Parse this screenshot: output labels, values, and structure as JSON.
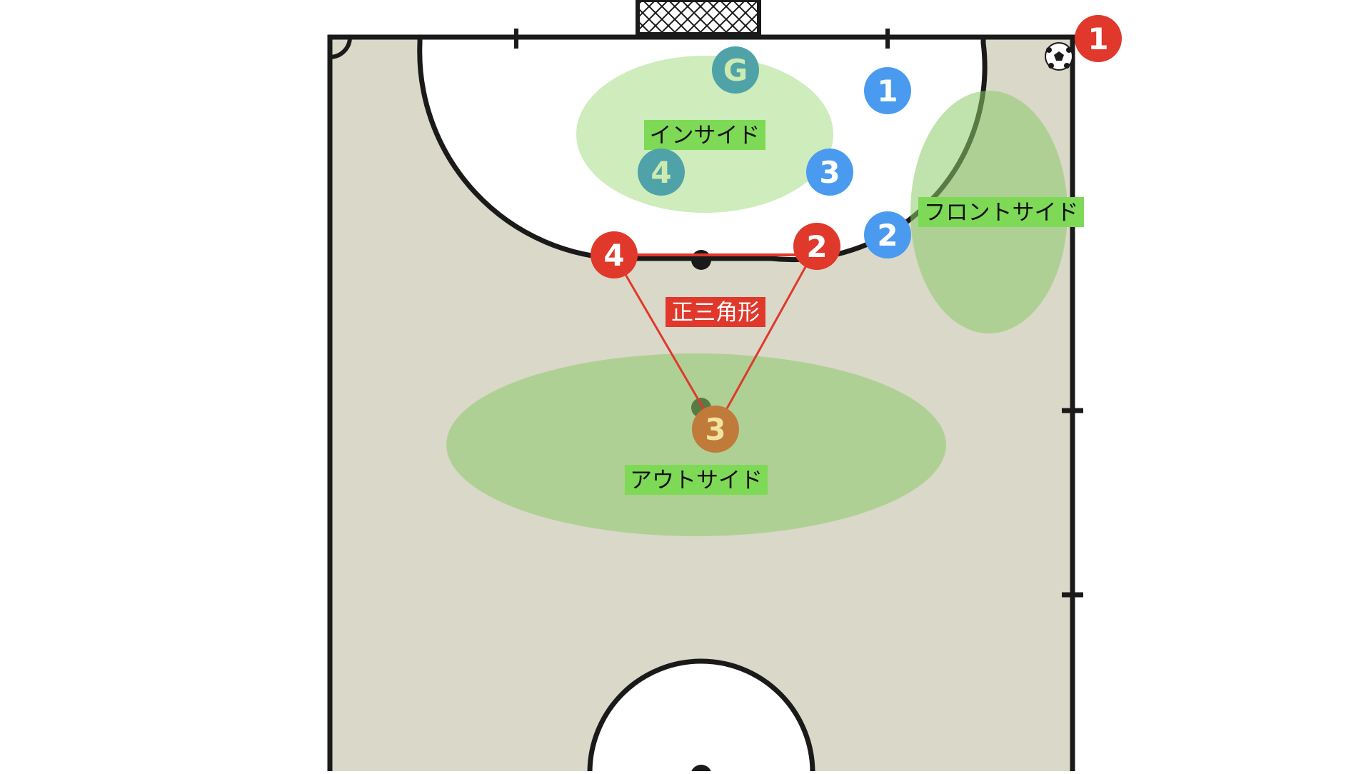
{
  "zones": {
    "inside": "インサイド",
    "frontside": "フロントサイド",
    "outside": "アウトサイド"
  },
  "shape_label": "正三角形",
  "teams": {
    "attack": {
      "color": "#E0382B",
      "players": [
        {
          "number": "1",
          "role": "corner-kicker"
        },
        {
          "number": "2",
          "role": "triangle-right"
        },
        {
          "number": "4",
          "role": "triangle-left"
        },
        {
          "number": "3",
          "role": "triangle-apex"
        }
      ]
    },
    "defense": {
      "color": "#4A9BF0",
      "players": [
        {
          "number": "1"
        },
        {
          "number": "3"
        },
        {
          "number": "2"
        }
      ],
      "faded_players": [
        {
          "number": "G"
        },
        {
          "number": "4"
        }
      ]
    }
  },
  "colors": {
    "court": "#DAD8C8",
    "zone_fill": "#9DD97A",
    "tag_green": "#7ED957",
    "tag_red": "#E0382B",
    "line": "#1A1A1A",
    "apex_player": "#C07A3A"
  }
}
